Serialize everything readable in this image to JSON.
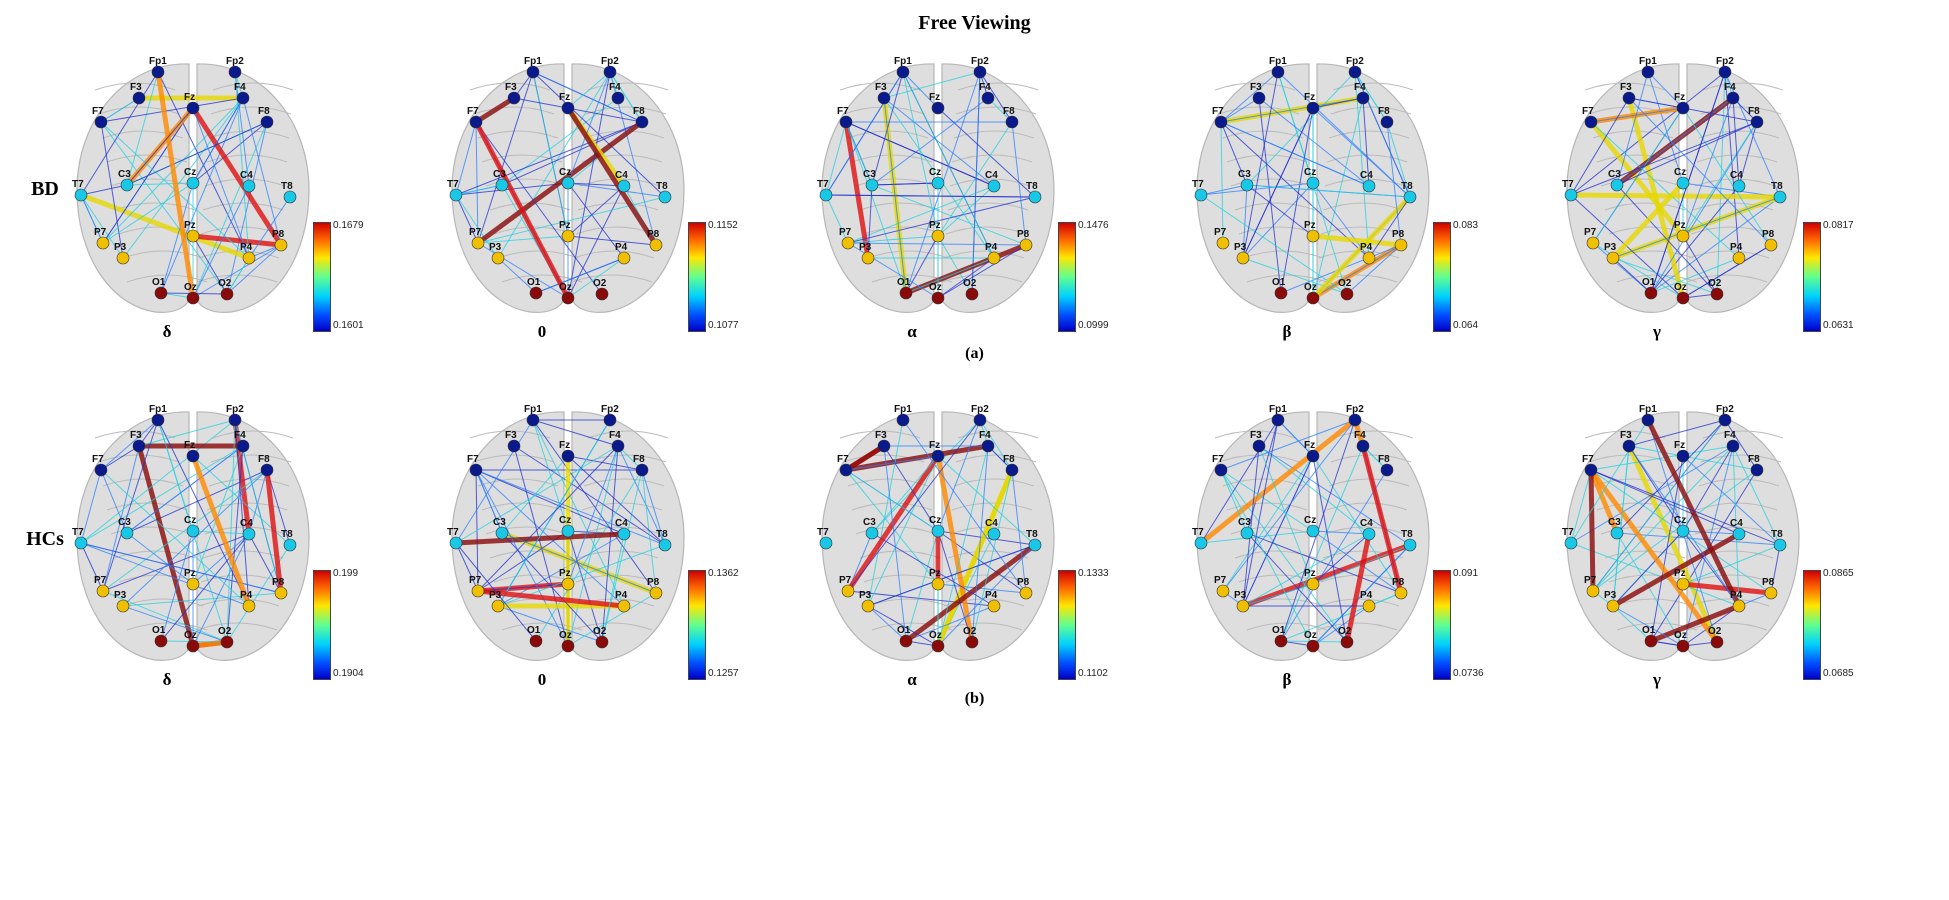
{
  "title": "Free Viewing",
  "rows": [
    {
      "label": "BD",
      "sublabel": "(a)",
      "panels": [
        {
          "band": "δ",
          "cmax": "0.1679",
          "cmin": "0.1601"
        },
        {
          "band": "0",
          "cmax": "0.1152",
          "cmin": "0.1077"
        },
        {
          "band": "α",
          "cmax": "0.1476",
          "cmin": "0.0999"
        },
        {
          "band": "β",
          "cmax": "0.083",
          "cmin": "0.064"
        },
        {
          "band": "γ",
          "cmax": "0.0817",
          "cmin": "0.0631"
        }
      ]
    },
    {
      "label": "HCs",
      "sublabel": "(b)",
      "panels": [
        {
          "band": "δ",
          "cmax": "0.199",
          "cmin": "0.1904"
        },
        {
          "band": "0",
          "cmax": "0.1362",
          "cmin": "0.1257"
        },
        {
          "band": "α",
          "cmax": "0.1333",
          "cmin": "0.1102"
        },
        {
          "band": "β",
          "cmax": "0.091",
          "cmin": "0.0736"
        },
        {
          "band": "γ",
          "cmax": "0.0865",
          "cmin": "0.0685"
        }
      ]
    }
  ],
  "electrodes": [
    "Fp1",
    "Fp2",
    "F3",
    "F4",
    "F7",
    "F8",
    "Fz",
    "C3",
    "C4",
    "Cz",
    "T7",
    "T8",
    "P7",
    "P8",
    "P3",
    "P4",
    "Pz",
    "O1",
    "O2",
    "Oz"
  ],
  "node_colors": {
    "frontal": "#0a1a8c",
    "central": "#19c7e6",
    "parietal": "#f0c000",
    "occipital": "#8a0a0a"
  },
  "edge_colors": [
    "#1f2fd0",
    "#2a7fff",
    "#22d0e0",
    "#7fe060",
    "#e6d800",
    "#ff8a00",
    "#e01010",
    "#8a0a0a"
  ]
}
